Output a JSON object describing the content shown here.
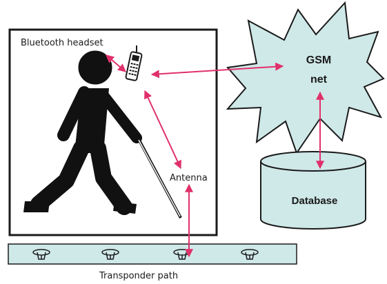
{
  "labels": {
    "headset": "Bluetooth headset",
    "antenna": "Antenna",
    "gsm_line1": "GSM",
    "gsm_line2": "net",
    "database": "Database",
    "path": "Transponder path"
  },
  "colors": {
    "arrow": "#e0306a",
    "fill": "#cfe8e8",
    "stroke": "#1a1a1a",
    "figure": "#111111"
  },
  "icons": {
    "person": "blind-person-with-cane-icon",
    "phone": "mobile-phone-icon",
    "network": "gsm-network-burst-icon",
    "database": "database-cylinder-icon",
    "transponder": "transponder-icon"
  }
}
